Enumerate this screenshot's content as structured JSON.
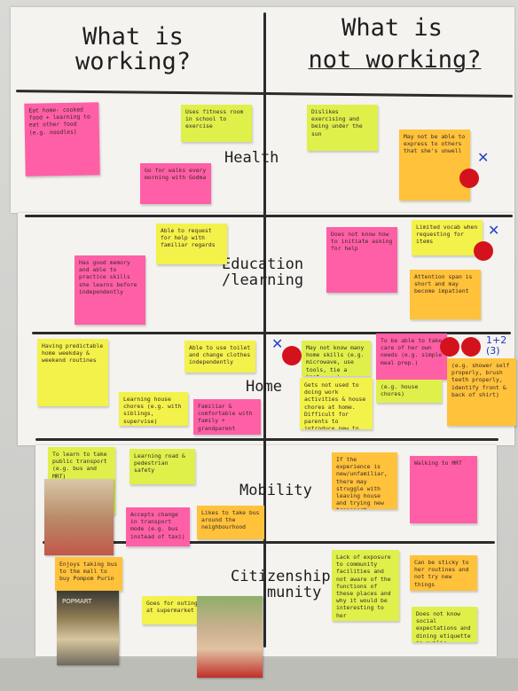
{
  "headers": {
    "working": "What is\nworking?",
    "not_working_prefix": "What is",
    "not_working_line2": "not working?"
  },
  "categories": {
    "health": "Health",
    "education": "Education\n/learning",
    "home": "Home",
    "mobility": "Mobility",
    "citizenship": "Citizenship\n    munity"
  },
  "notes": {
    "n1": "Eat home-\ncooked food +\nlearning to eat\nother food\n(e.g. noodles)",
    "n2": "Uses fitness\nroom in school\nto exercise",
    "n3": "Go for walks\nevery morning\nwith Godma",
    "n4": "Dislikes\nexercising\nand being under\nthe sun",
    "n5": "May not be\nable to\nexpress to\nothers that\nshe's unwell",
    "n6": "Able to request\nfor help with\nfamiliar regards",
    "n7": "Has good\nmemory and\nable to practice\nskills she learns\nbefore\nindependently",
    "n8": "Does not\nknow how to\ninitiate\nasking for\nhelp",
    "n9": "Limited vocab\nwhen requesting\nfor items",
    "n10": "Attention span\nis short and\nmay become\nimpatient",
    "n11": "Having\npredictable\nhome weekday\n& weekend\nroutines",
    "n12": "Able to use toilet\nand change\nclothes independently",
    "n13": "May not know\nmany home skills\n(e.g. microwave, use\ntools, tie a knot, ...)",
    "n14": "To be able to\ntake care of her\nown needs\n(e.g. simple meal\nprep.)",
    "n15": "(e.g. shower self\nproperly, brush\nteeth properly,\nidentify front &\nback of shirt)",
    "n16": "Learning house\nchores (e.g. with\nsiblings, supervise)",
    "n17": "Familiar &\ncomfortable with\nfamily + grandparent",
    "n18": "Gets not used\nto doing work\nactivities &\nhouse chores at\nhome. Difficult for\nparents to introduce\nnew to it",
    "n19": "(e.g. house\nchores)",
    "n20": "To learn to\ntake public\ntransport\n(e.g. bus and\nMRT)",
    "n21": "Learning road\n& pedestrian\nsafety",
    "n22": "If the experience\nis new/unfamiliar,\nthere may struggle\nwith leaving house\nand trying new\ntransport\nexperiences",
    "n23": "Walking to\nMRT",
    "n24": "Accepts change\nin transport mode\n(e.g. bus instead of\ntaxi)",
    "n25": "Likes to take\nbus around the\nneighbourhood",
    "n26": "Enjoys taking\nbus to the mall to\nbuy Pompom Purin",
    "n27": "Goes for outing\nat supermarket",
    "n28": "Lack of exposure\nto community\nfacilities and not\naware of the\nfunctions of these\nplaces and why it\nwould be interesting\nto her",
    "n29": "Can be sticky to\nher routines and\nnot try new things",
    "n30": "Does not know\nsocial expectations\nand dining\netiquette in public"
  },
  "badge": "1+2\n(3)",
  "photo_caption": "POPMART",
  "colors": {
    "pink": "#ff5fa6",
    "yellow": "#f2f24a",
    "orange": "#ffc23a",
    "dot": "#d3121d",
    "pen_blue": "#2346c7"
  }
}
